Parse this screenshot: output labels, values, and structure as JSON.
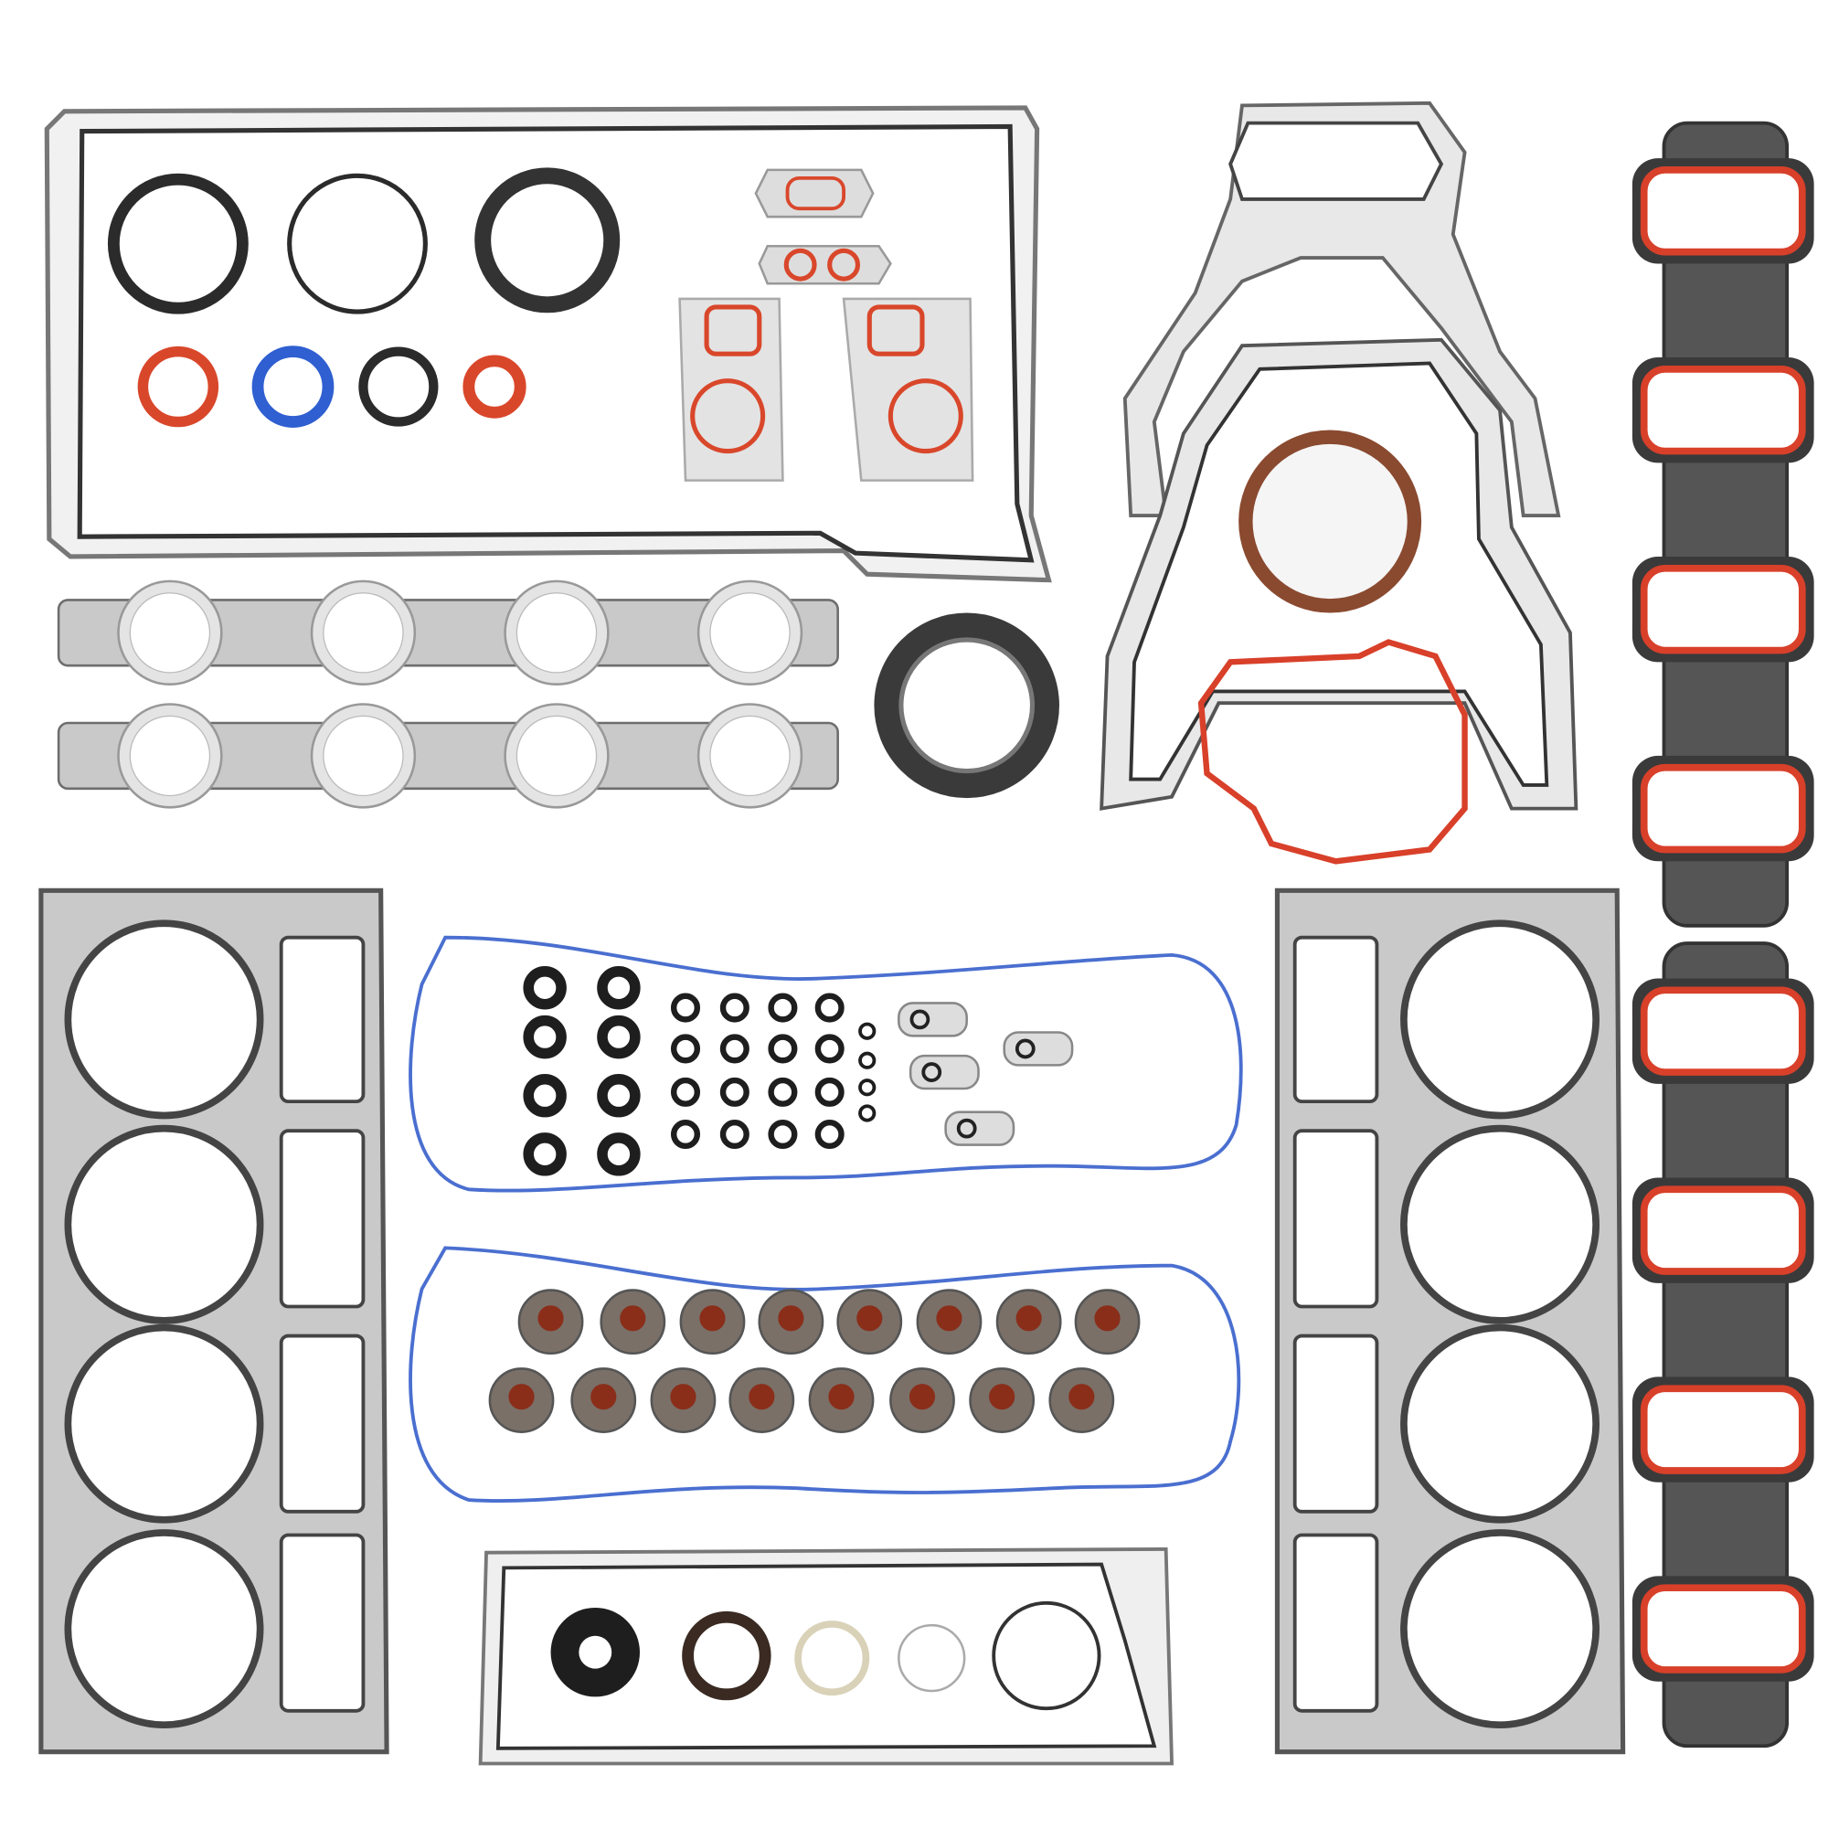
{
  "colors": {
    "background": "#ffffff",
    "steel": "#c9c9c9",
    "steel_edge": "#6d6d6d",
    "rubber_black": "#2b2b2b",
    "rubber_orange": "#d9472b",
    "rubber_blue": "#2f5fd0",
    "valve_cover_blue": "#4a6fd0",
    "stem_seal_brown": "#7a7068",
    "stem_seal_core": "#8a2e1a",
    "intake_dark": "#3a3a3a",
    "intake_red": "#d8402a"
  },
  "contents": {
    "head_gaskets": 2,
    "intake_manifold_gaskets": 2,
    "exhaust_manifold_gaskets": 2,
    "valve_cover_gaskets": 2,
    "valve_stem_seals": 16
  }
}
